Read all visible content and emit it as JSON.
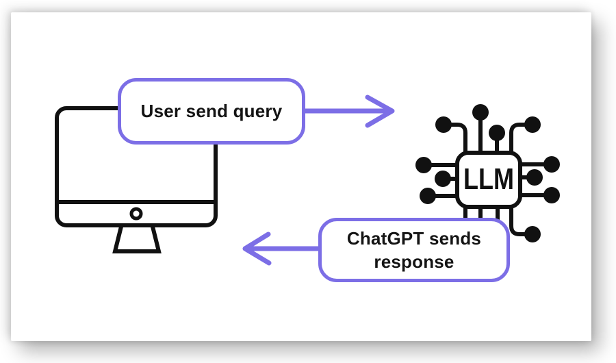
{
  "diagram": {
    "query_label": "User send query",
    "response_line1": "ChatGPT sends",
    "response_line2": "response",
    "chip_label": "LLM",
    "colors": {
      "accent_purple": "#7c6ee6",
      "line_black": "#111111",
      "card_white": "#ffffff"
    }
  }
}
